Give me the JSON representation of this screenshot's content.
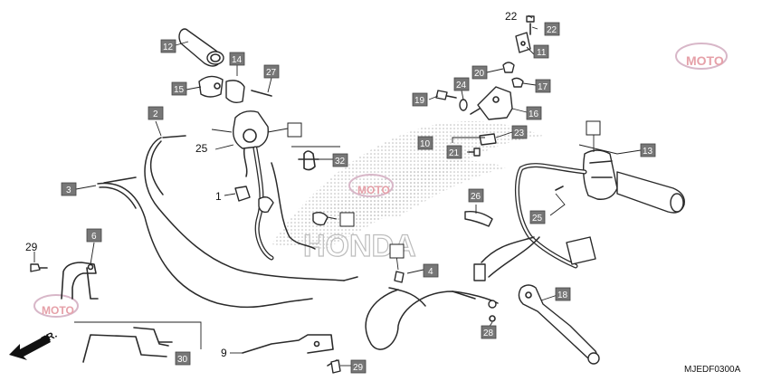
{
  "diagram": {
    "drawing_code": "MJEDF0300A",
    "watermark_text": "HONDA",
    "logo_text": "MOTO",
    "direction_label": "FR.",
    "part_tags": {
      "p12": "12",
      "p14": "14",
      "p27": "27",
      "p15": "15",
      "p2": "2",
      "p25a": "25",
      "p3": "3",
      "p1": "1",
      "p32": "32",
      "p6": "6",
      "p29a": "29",
      "p30": "30",
      "p9": "9",
      "p29b": "29",
      "p4": "4",
      "p28": "28",
      "p18": "18",
      "p22a": "22",
      "p22b": "22",
      "p11": "11",
      "p20": "20",
      "p17": "17",
      "p19": "19",
      "p24": "24",
      "p16": "16",
      "p10": "10",
      "p21": "21",
      "p23": "23",
      "p13": "13",
      "p26": "26",
      "p25b": "25"
    }
  }
}
